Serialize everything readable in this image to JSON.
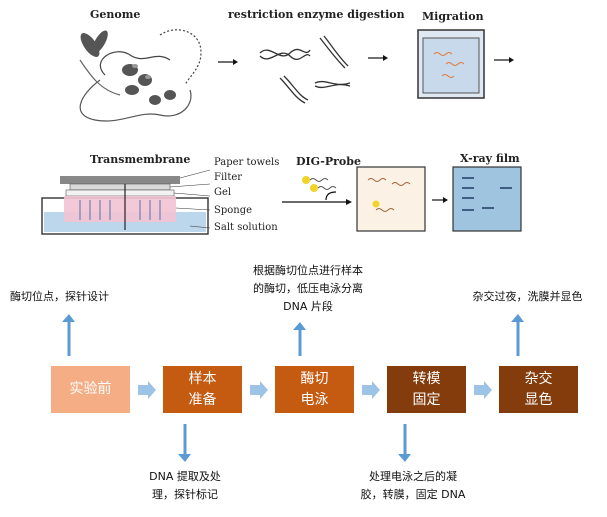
{
  "top": {
    "genome": "Genome",
    "digestion": "restriction enzyme digestion",
    "migration": "Migration",
    "transmembrane": "Transmembrane",
    "paper_towels": "Paper towels",
    "filter": "Filter",
    "gel": "Gel",
    "sponge": "Sponge",
    "salt_solution": "Salt solution",
    "dig_probe": "DIG-Probe",
    "xray": "X-ray film"
  },
  "flow": {
    "steps": [
      {
        "line1": "实验前",
        "line2": "",
        "color": "#f4ad84"
      },
      {
        "line1": "样本",
        "line2": "准备",
        "color": "#c55a11"
      },
      {
        "line1": "酶切",
        "line2": "电泳",
        "color": "#c55a11"
      },
      {
        "line1": "转模",
        "line2": "固定",
        "color": "#843c0c"
      },
      {
        "line1": "杂交",
        "line2": "显色",
        "color": "#843c0c"
      }
    ],
    "notes_above": [
      {
        "lines": [
          "酶切位点，探针设计"
        ]
      },
      {
        "lines": [
          "根据酶切位点进行样本",
          "的酶切，低压电泳分离",
          "DNA 片段"
        ]
      },
      {
        "lines": [
          "杂交过夜，洗膜并显色"
        ]
      }
    ],
    "notes_below": [
      {
        "lines": [
          "DNA 提取及处",
          "理，探针标记"
        ]
      },
      {
        "lines": [
          "处理电泳之后的凝",
          "胶，转膜，固定 DNA"
        ]
      }
    ],
    "arrow_color": "#5b9bd5",
    "chevron_color": "#9dc3e6"
  }
}
